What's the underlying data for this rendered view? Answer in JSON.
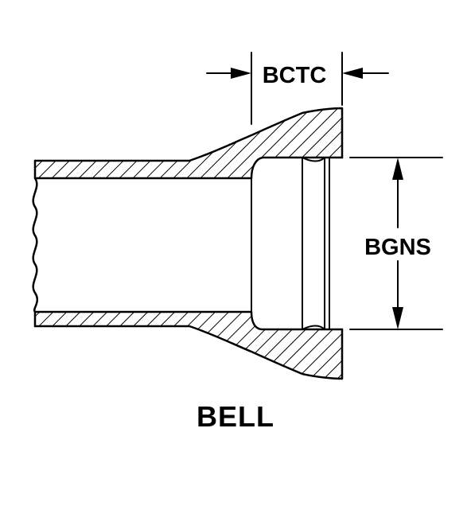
{
  "diagram": {
    "title": "BELL",
    "labels": {
      "length_dimension": "BCTC",
      "diameter_dimension": "BGNS"
    },
    "colors": {
      "ink": "#000000",
      "paper": "#ffffff"
    }
  }
}
